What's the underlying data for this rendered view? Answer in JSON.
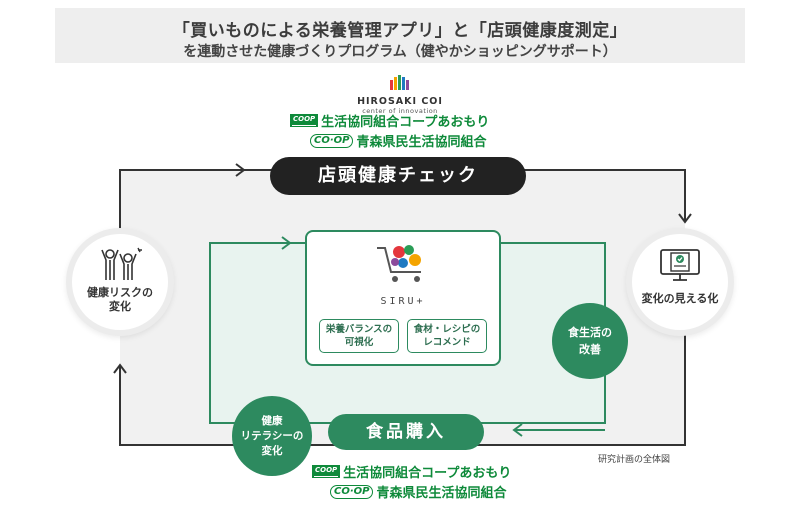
{
  "banner": {
    "line1": "「買いものによる栄養管理アプリ」と「店頭健康度測定」",
    "line2": "を連動させた健康づくりプログラム（健やかショッピングサポート）"
  },
  "logos": {
    "hirosaki_brand": "HIROSAKI COI",
    "hirosaki_sub": "center of innovation",
    "coop_badge": "COOP",
    "coop_aomori_name": "生活協同組合コープあおもり",
    "co_op_mark": "CO·OP",
    "aomori_kenmin_name": "青森県民生活協同組合"
  },
  "cycle": {
    "top_label": "店頭健康チェック",
    "bottom_label": "食品購入",
    "left_circle": [
      "健康リスクの",
      "変化"
    ],
    "right_circle": "変化の見える化",
    "green_right": [
      "食生活の",
      "改善"
    ],
    "green_left": [
      "健康",
      "リテラシーの",
      "変化"
    ]
  },
  "app": {
    "name": "SIRU+",
    "feature1": [
      "栄養バランスの",
      "可視化"
    ],
    "feature2": [
      "食材・レシピの",
      "レコメンド"
    ]
  },
  "caption": "研究計画の全体図",
  "colors": {
    "green": "#2d8a5f",
    "coop_green": "#0e8a3a",
    "dark_pill": "#222222",
    "banner_bg": "#eeeeee",
    "inner_fill": "#e8f3ef"
  }
}
